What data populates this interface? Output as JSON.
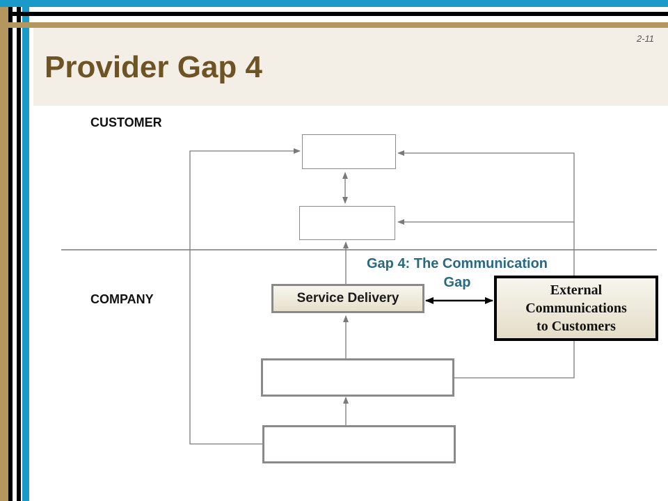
{
  "slide": {
    "title": "Provider Gap 4",
    "number": "2-11"
  },
  "labels": {
    "customer": "CUSTOMER",
    "company": "COMPANY"
  },
  "boxes": {
    "service_delivery": "Service Delivery",
    "external_comm": [
      "External",
      "Communications",
      "to Customers"
    ]
  },
  "gap": {
    "line1": "Gap 4: The Communication",
    "line2": "Gap"
  },
  "colors": {
    "title": "#6e5424",
    "gap_label": "#2a6a80",
    "frame_tan": "#b4975f",
    "frame_blue": "#1a9ac8"
  }
}
